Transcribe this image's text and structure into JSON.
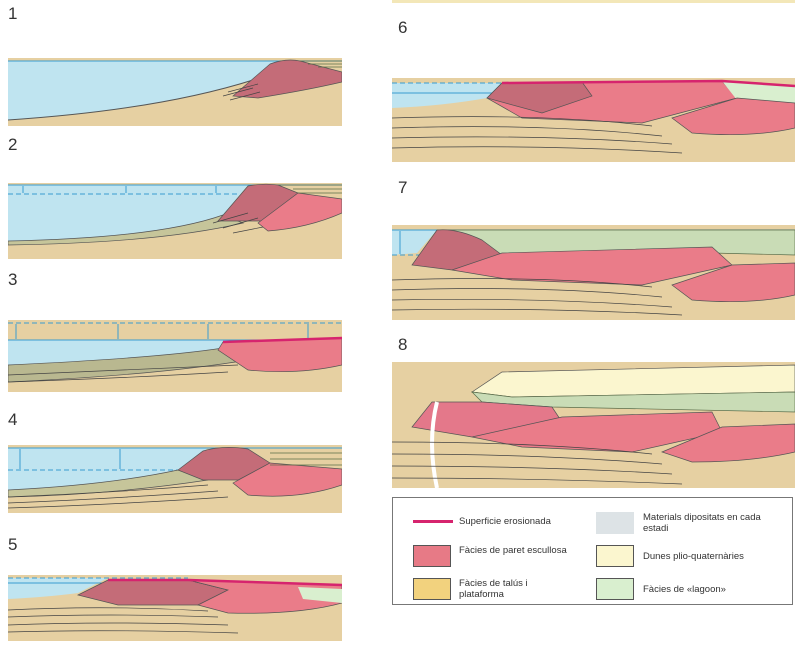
{
  "panels": [
    {
      "number": "1"
    },
    {
      "number": "2"
    },
    {
      "number": "3"
    },
    {
      "number": "4"
    },
    {
      "number": "5"
    },
    {
      "number": "6"
    },
    {
      "number": "7"
    },
    {
      "number": "8"
    }
  ],
  "legend": {
    "items": [
      {
        "label": "Superficie erosionada",
        "color": "#d6246e"
      },
      {
        "label": "Materials dipositats en cada estadi",
        "color": "#dde3e6"
      },
      {
        "label": "Fàcies de paret escullosa",
        "color": "#e77a86"
      },
      {
        "label": "Dunes plio-quaternàries",
        "color": "#fbf6cf"
      },
      {
        "label": "Fàcies de talús i plataforma",
        "color": "#f2d27e"
      },
      {
        "label": "Fàcies de «lagoon»",
        "color": "#d9efcf"
      }
    ]
  },
  "colors": {
    "water": "#bfe4f0",
    "sand": "#e6d0a2",
    "reef_dark": "#c46c78",
    "reef": "#ea7c89",
    "lagoon": "#c9dcb6"
  }
}
